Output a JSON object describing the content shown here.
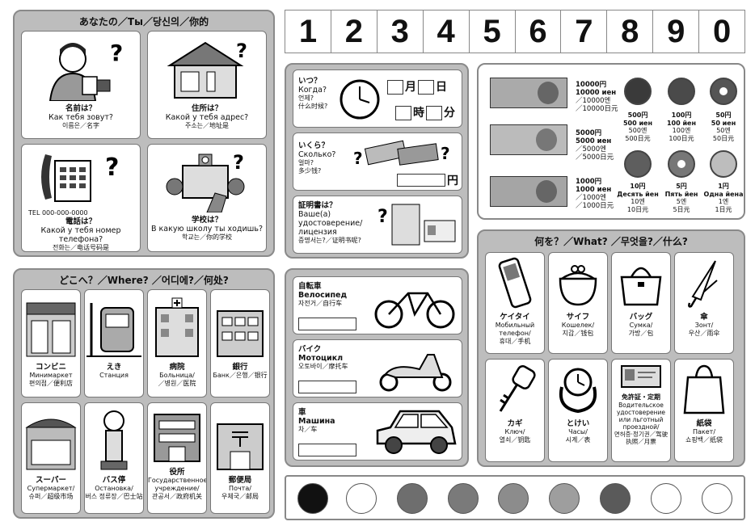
{
  "numbers": [
    "1",
    "2",
    "3",
    "4",
    "5",
    "6",
    "7",
    "8",
    "9",
    "0"
  ],
  "you": {
    "title": "あなたの／Ты／당신의／你的",
    "items": [
      {
        "jp": "名前は？",
        "ru": "Как тебя зовут?",
        "kr": "이름은／名字"
      },
      {
        "jp": "住所は？",
        "ru": "Какой у тебя адрес?",
        "kr": "주소는／地址是"
      },
      {
        "jp": "電話は？",
        "ru": "Какой у тебя номер телефона?",
        "kr": "전화는／电话号码是",
        "tel": "TEL 000-000-0000"
      },
      {
        "jp": "学校は？",
        "ru": "В какую школу ты ходишь?",
        "kr": "학교는／你的学校"
      }
    ]
  },
  "where": {
    "title": "どこへ？／Where? ／어디에?／何处?",
    "items": [
      {
        "jp": "コンビニ",
        "ru": "Минимаркет",
        "kr": "편의점／便利店"
      },
      {
        "jp": "えき",
        "ru": "Станция",
        "kr": ""
      },
      {
        "jp": "病院",
        "ru": "Больница/",
        "kr": "／병원／医院"
      },
      {
        "jp": "銀行",
        "ru": "Банк／은행／银行",
        "kr": ""
      },
      {
        "jp": "スーパー",
        "ru": "Супермаркет/",
        "kr": "슈퍼／超级市场"
      },
      {
        "jp": "バス停",
        "ru": "Остановка/",
        "kr": "버스 정류장／巴士站"
      },
      {
        "jp": "役所",
        "ru": "Государственное учреждение/",
        "kr": "관공서／政府机关"
      },
      {
        "jp": "郵便局",
        "ru": "Почта/",
        "kr": "우체국／邮局"
      }
    ]
  },
  "questions": {
    "when": {
      "jp": "いつ？",
      "ru": "Когда?",
      "kr": "언제?",
      "cn": "什么时候?",
      "units": [
        "月",
        "日",
        "時",
        "分"
      ]
    },
    "howmuch": {
      "jp": "いくら？",
      "ru": "Сколько?",
      "kr": "얼마?",
      "cn": "多少钱?",
      "unit": "円"
    },
    "id": {
      "jp": "証明書は？",
      "ru": "Ваше(а) удостоверение/ лицензия",
      "kr": "증명서는?／证明书呢?"
    }
  },
  "transport": [
    {
      "jp": "自転車",
      "ru": "Велосипед",
      "kr": "자전거／自行车"
    },
    {
      "jp": "バイク",
      "ru": "Мотоцикл",
      "kr": "오토바이／摩托车"
    },
    {
      "jp": "車",
      "ru": "Машина",
      "kr": "차／车"
    }
  ],
  "money": {
    "notes": [
      {
        "jp": "10000円",
        "ru": "10000 иен",
        "kr": "／10000엔",
        "cn": "／10000日元"
      },
      {
        "jp": "5000円",
        "ru": "5000 иен",
        "kr": "／5000엔",
        "cn": "／5000日元"
      },
      {
        "jp": "1000円",
        "ru": "1000 иен",
        "kr": "／1000엔",
        "cn": "／1000日元"
      }
    ],
    "coins": [
      {
        "jp": "500円",
        "ru": "500 иен",
        "kr": "500엔",
        "cn": "500日元",
        "color": "#3a3a3a"
      },
      {
        "jp": "100円",
        "ru": "100 йен",
        "kr": "100엔",
        "cn": "100日元",
        "color": "#4a4a4a"
      },
      {
        "jp": "50円",
        "ru": "50 иен",
        "kr": "50엔",
        "cn": "50日元",
        "color": "#555555"
      },
      {
        "jp": "10円",
        "ru": "Десять йен",
        "kr": "10엔",
        "cn": "10日元",
        "color": "#5e5e5e"
      },
      {
        "jp": "5円",
        "ru": "Пять йен",
        "kr": "5엔",
        "cn": "5日元",
        "color": "#777777"
      },
      {
        "jp": "1円",
        "ru": "Одна йена",
        "kr": "1엔",
        "cn": "1日元",
        "color": "#bdbdbd"
      }
    ]
  },
  "what": {
    "title": "何を？／What? ／무엇을?／什么?",
    "items": [
      {
        "jp": "ケイタイ",
        "ru": "Мобильный телефон/",
        "kr": "휴대／手机"
      },
      {
        "jp": "サイフ",
        "ru": "Кошелек/",
        "kr": "지갑／钱包"
      },
      {
        "jp": "バッグ",
        "ru": "Сумка/",
        "kr": "가방／包"
      },
      {
        "jp": "傘",
        "ru": "Зонт/",
        "kr": "우산／雨伞"
      },
      {
        "jp": "カギ",
        "ru": "Ключ/",
        "kr": "열쇠／钥匙"
      },
      {
        "jp": "とけい",
        "ru": "Часы/",
        "kr": "시계／表"
      },
      {
        "jp": "免許証・定期",
        "ru": "Водительское удостоверение или льготный проездной/",
        "kr": "면허증·정기권／驾驶执照／月票"
      },
      {
        "jp": "紙袋",
        "ru": "Пакет/",
        "kr": "쇼핑백／纸袋"
      }
    ]
  },
  "colors": [
    "#111111",
    "#ffffff",
    "#6e6e6e",
    "#7a7a7a",
    "#8c8c8c",
    "#9e9e9e",
    "#5a5a5a",
    "#ffffff",
    "#ffffff"
  ]
}
